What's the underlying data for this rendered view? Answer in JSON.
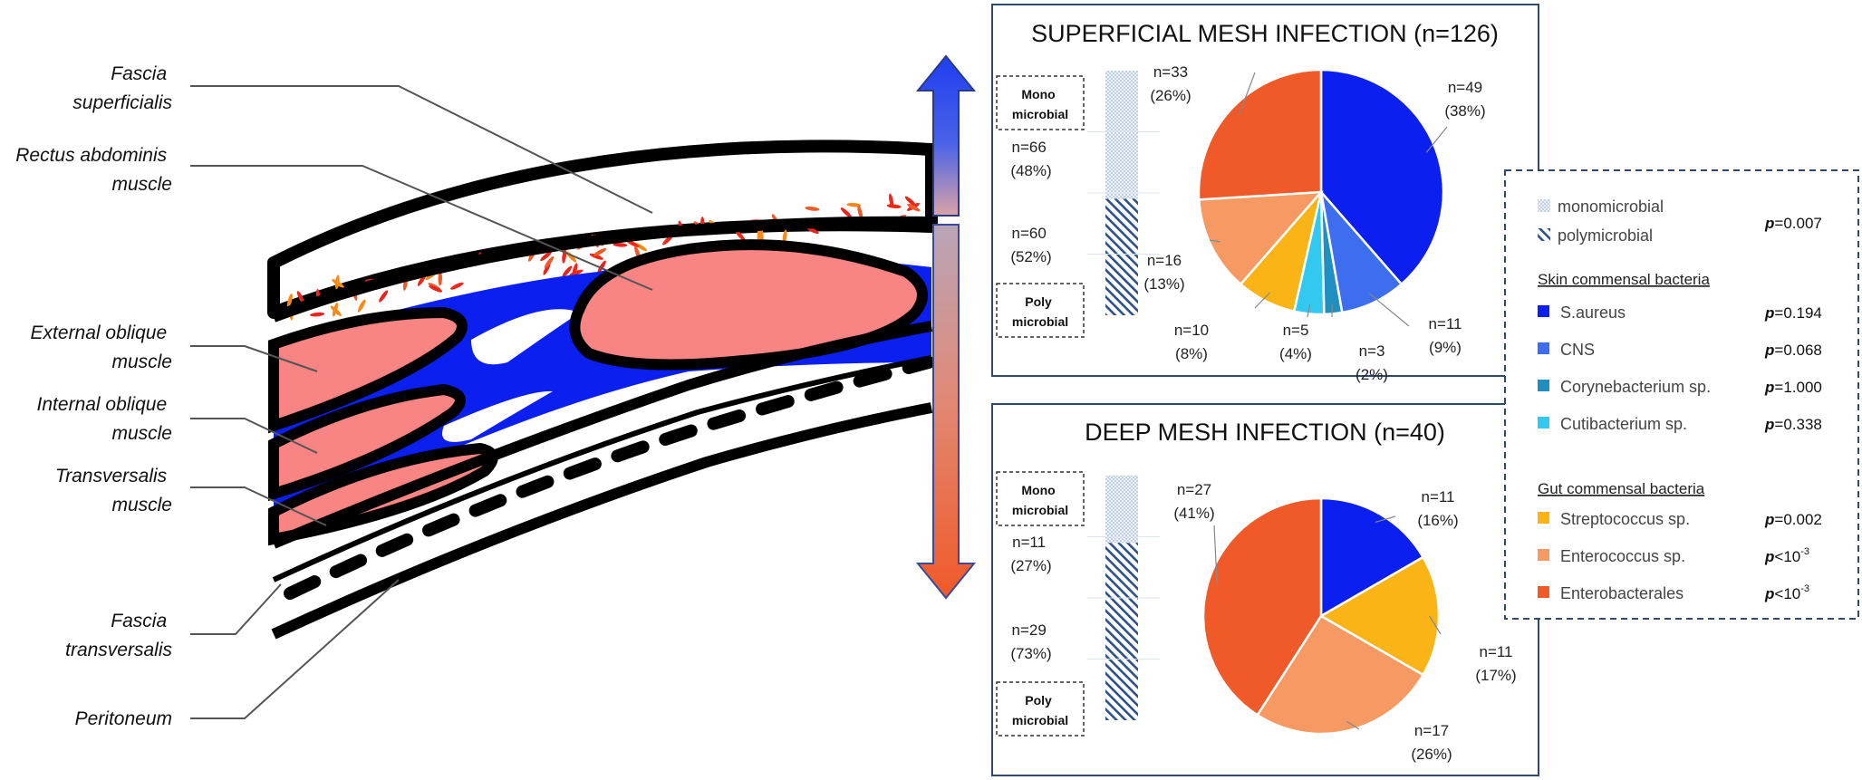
{
  "anatomy_labels": {
    "fascia_superficialis": [
      "Fascia",
      "superficialis"
    ],
    "rectus_abdominis": [
      "Rectus abdominis",
      "muscle"
    ],
    "external_oblique": [
      "External oblique",
      "muscle"
    ],
    "internal_oblique": [
      "Internal oblique",
      "muscle"
    ],
    "transversalis": [
      "Transversalis",
      "muscle"
    ],
    "fascia_transversalis": [
      "Fascia",
      "transversalis"
    ],
    "peritoneum": [
      "Peritoneum"
    ]
  },
  "box_labels": {
    "mono": [
      "Mono",
      "microbial"
    ],
    "poly": [
      "Poly",
      "microbial"
    ]
  },
  "colors": {
    "s_aureus": "#0a1ff0",
    "cns": "#3d6ef0",
    "corynebacterium": "#1f8fc0",
    "cutibacterium": "#33c8f0",
    "streptococcus": "#fbb416",
    "enterococcus": "#f69963",
    "enterobacterales": "#f05a28",
    "muscle": "#f88483",
    "fat_blue": "#0a1ff0",
    "panel_border": "#2d4a6e"
  },
  "chart_data": [
    {
      "type": "pie",
      "title": "SUPERFICIAL MESH INFECTION (n=126)",
      "slices": [
        {
          "name": "S.aureus",
          "n": 49,
          "pct": 38,
          "label_n": "n=49",
          "label_pct": "(38%)"
        },
        {
          "name": "CNS",
          "n": 11,
          "pct": 9,
          "label_n": "n=11",
          "label_pct": "(9%)"
        },
        {
          "name": "Corynebacterium sp.",
          "n": 3,
          "pct": 2,
          "label_n": "n=3",
          "label_pct": "(2%)"
        },
        {
          "name": "Cutibacterium sp.",
          "n": 5,
          "pct": 4,
          "label_n": "n=5",
          "label_pct": "(4%)"
        },
        {
          "name": "Streptococcus sp.",
          "n": 10,
          "pct": 8,
          "label_n": "n=10",
          "label_pct": "(8%)"
        },
        {
          "name": "Enterococcus sp.",
          "n": 16,
          "pct": 13,
          "label_n": "n=16",
          "label_pct": "(13%)"
        },
        {
          "name": "Enterobacterales",
          "n": 33,
          "pct": 26,
          "label_n": "n=33",
          "label_pct": "(26%)"
        }
      ],
      "bar": {
        "mono": {
          "n": 66,
          "pct": 48,
          "label_n": "n=66",
          "label_pct": "(48%)"
        },
        "poly": {
          "n": 60,
          "pct": 52,
          "label_n": "n=60",
          "label_pct": "(52%)"
        }
      }
    },
    {
      "type": "pie",
      "title": "DEEP MESH INFECTION (n=40)",
      "slices": [
        {
          "name": "S.aureus",
          "n": 11,
          "pct": 16,
          "label_n": "n=11",
          "label_pct": "(16%)"
        },
        {
          "name": "Streptococcus sp.",
          "n": 11,
          "pct": 17,
          "label_n": "n=11",
          "label_pct": "(17%)"
        },
        {
          "name": "Enterococcus sp.",
          "n": 17,
          "pct": 26,
          "label_n": "n=17",
          "label_pct": "(26%)"
        },
        {
          "name": "Enterobacterales",
          "n": 27,
          "pct": 41,
          "label_n": "n=27",
          "label_pct": "(41%)"
        }
      ],
      "bar": {
        "mono": {
          "n": 11,
          "pct": 27,
          "label_n": "n=11",
          "label_pct": "(27%)"
        },
        "poly": {
          "n": 29,
          "pct": 73,
          "label_n": "n=29",
          "label_pct": "(73%)"
        }
      }
    }
  ],
  "legend": {
    "monomicrobial": "monomicrobial",
    "polymicrobial": "polymicrobial",
    "mono_poly_p": "=0.007",
    "p_symbol": "p",
    "skin_heading": "Skin commensal bacteria",
    "gut_heading": "Gut commensal bacteria",
    "skin_items": [
      {
        "name": "S.aureus",
        "color_key": "s_aureus",
        "p": "=0.194"
      },
      {
        "name": "CNS",
        "color_key": "cns",
        "p": "=0.068"
      },
      {
        "name": "Corynebacterium sp.",
        "color_key": "corynebacterium",
        "p": "=1.000"
      },
      {
        "name": "Cutibacterium sp.",
        "color_key": "cutibacterium",
        "p": "=0.338"
      }
    ],
    "gut_items": [
      {
        "name": "Streptococcus sp.",
        "color_key": "streptococcus",
        "p": "=0.002"
      },
      {
        "name": "Enterococcus sp.",
        "color_key": "enterococcus",
        "p": "<10",
        "p_exp": "-3"
      },
      {
        "name": "Enterobacterales",
        "color_key": "enterobacterales",
        "p": "<10",
        "p_exp": "-3"
      }
    ]
  }
}
